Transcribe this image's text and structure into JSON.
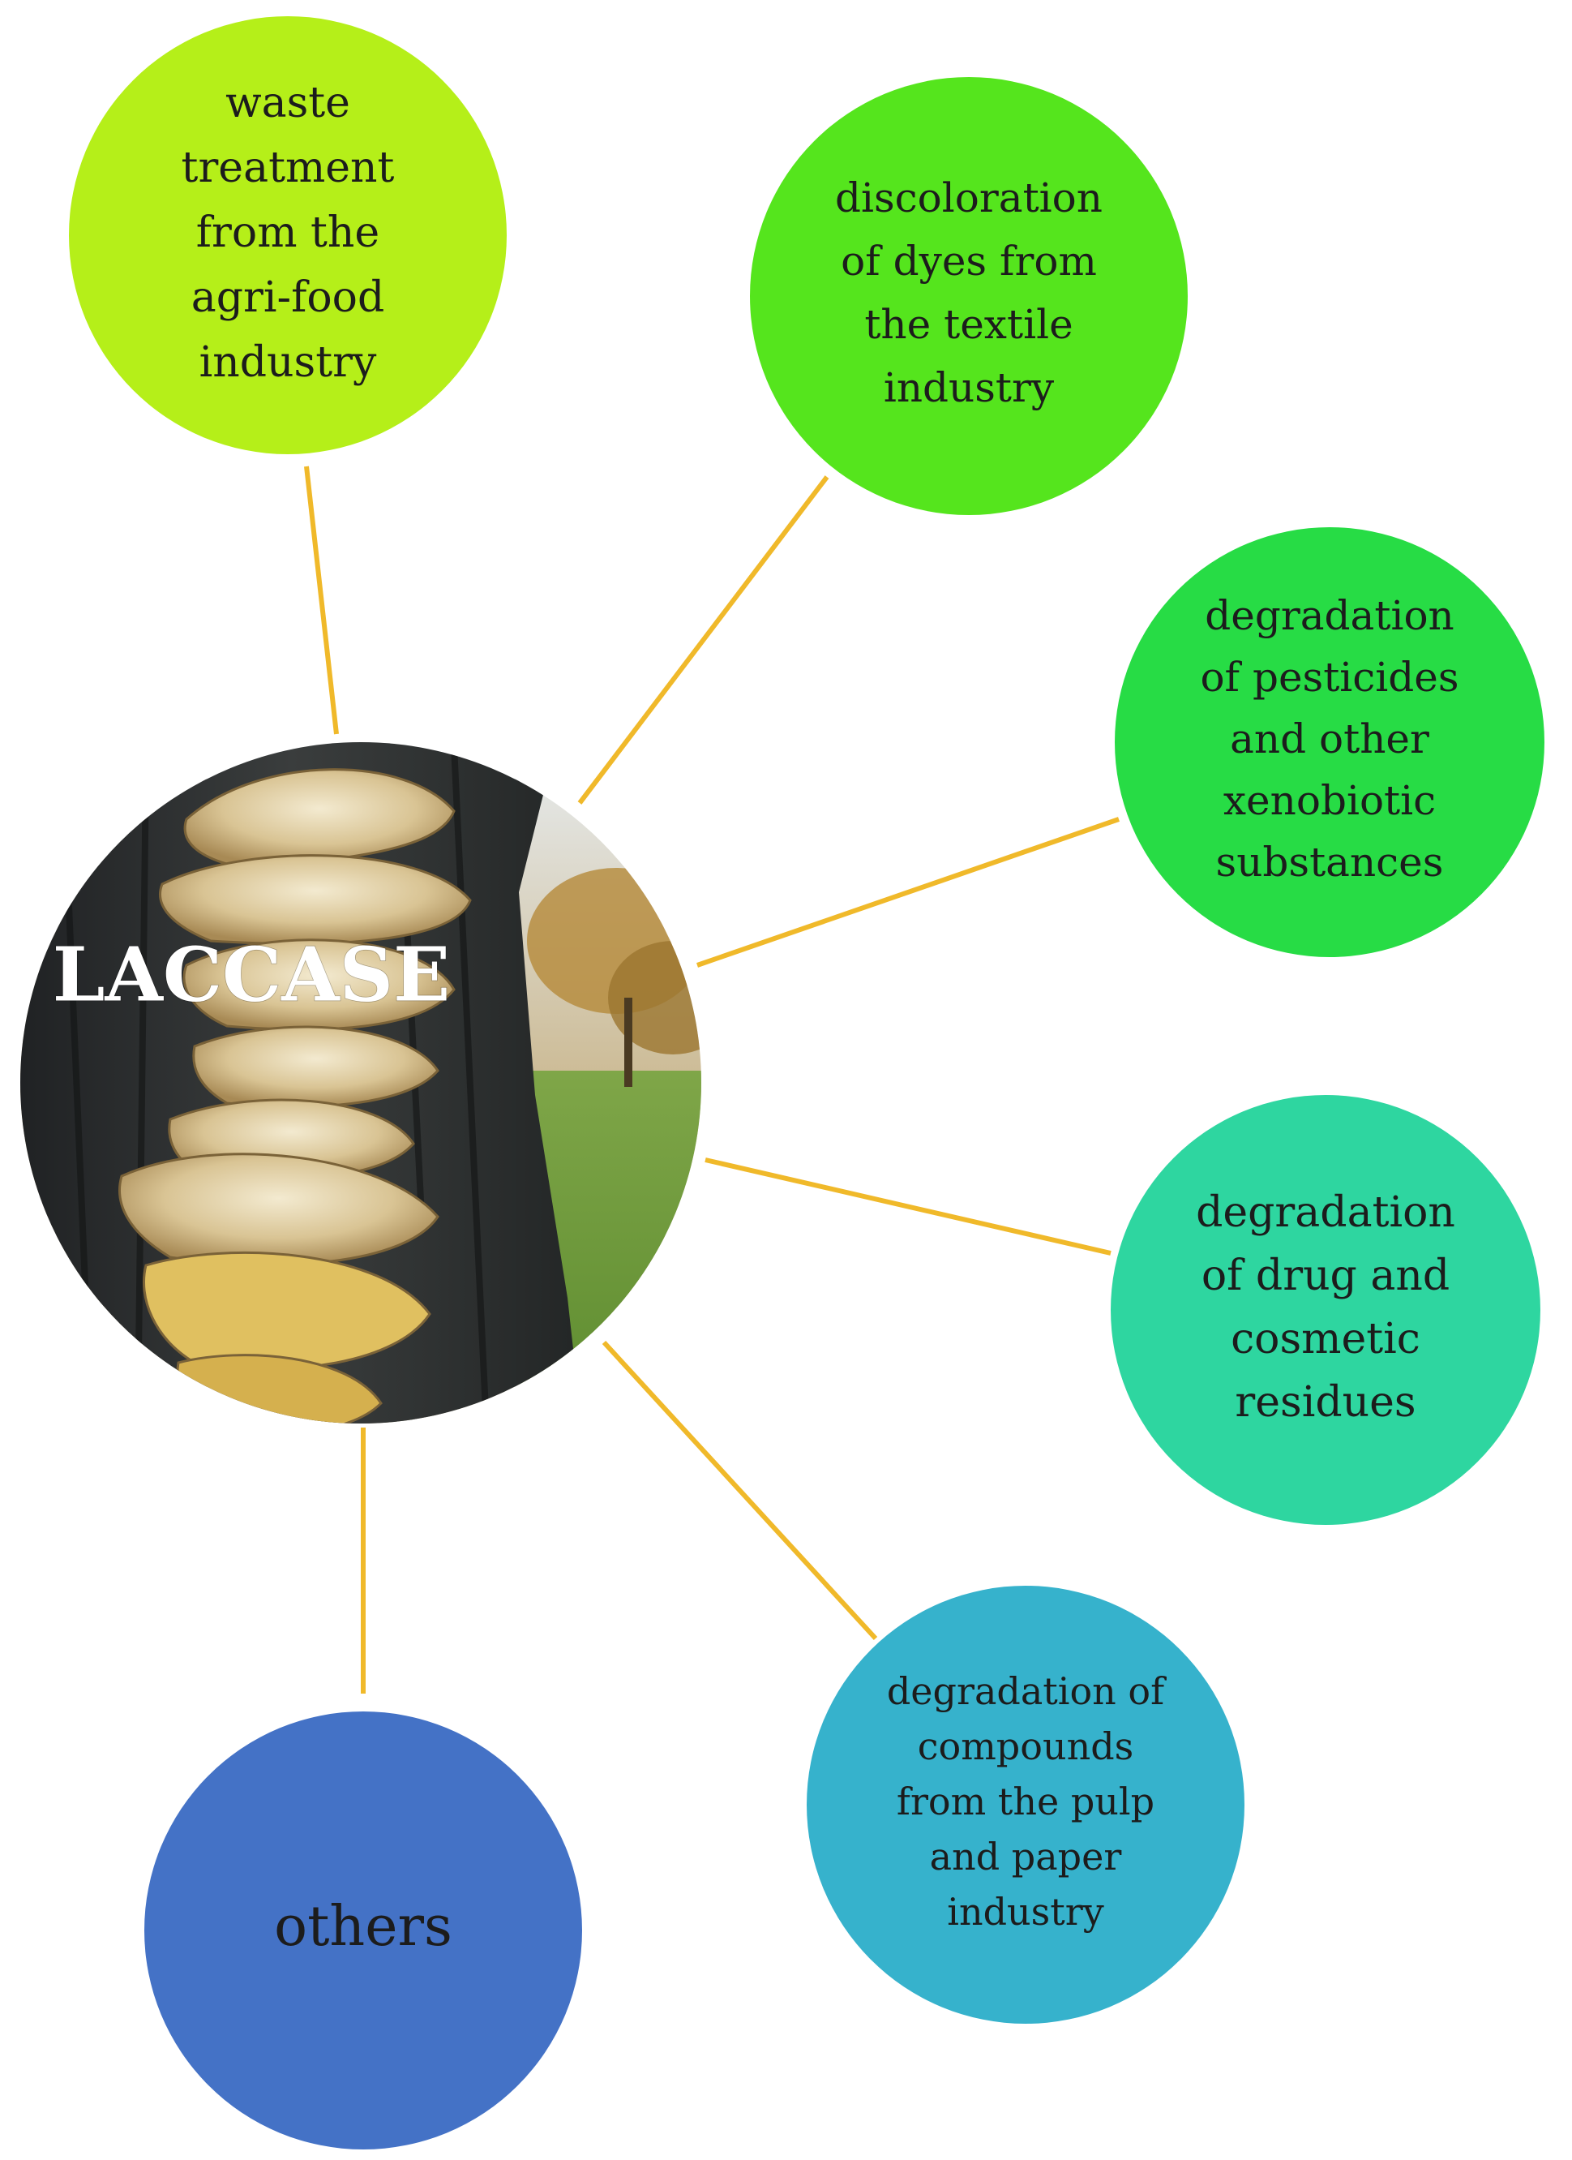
{
  "center": {
    "label": "LACCASE",
    "image": "bracket-fungus-on-tree-trunk"
  },
  "connector_color": "#f0b92a",
  "applications": [
    {
      "id": "waste-treatment",
      "lines": [
        "waste",
        "treatment",
        "from the",
        "agri-food",
        "industry"
      ],
      "color": "#b5ef19"
    },
    {
      "id": "dye-discoloration",
      "lines": [
        "discoloration",
        "of dyes from",
        "the textile",
        "industry"
      ],
      "color": "#55e51d"
    },
    {
      "id": "pesticide-degradation",
      "lines": [
        "degradation",
        "of pesticides",
        "and other",
        "xenobiotic",
        "substances"
      ],
      "color": "#27dc45"
    },
    {
      "id": "drug-cosmetic-degradation",
      "lines": [
        "degradation",
        "of drug and",
        "cosmetic",
        "residues"
      ],
      "color": "#2ed6a0"
    },
    {
      "id": "pulp-paper-degradation",
      "lines": [
        "degradation of",
        "compounds",
        "from the pulp",
        "and paper",
        "industry"
      ],
      "color": "#36b2cc"
    },
    {
      "id": "others",
      "lines": [
        "others"
      ],
      "color": "#4472c6"
    }
  ]
}
